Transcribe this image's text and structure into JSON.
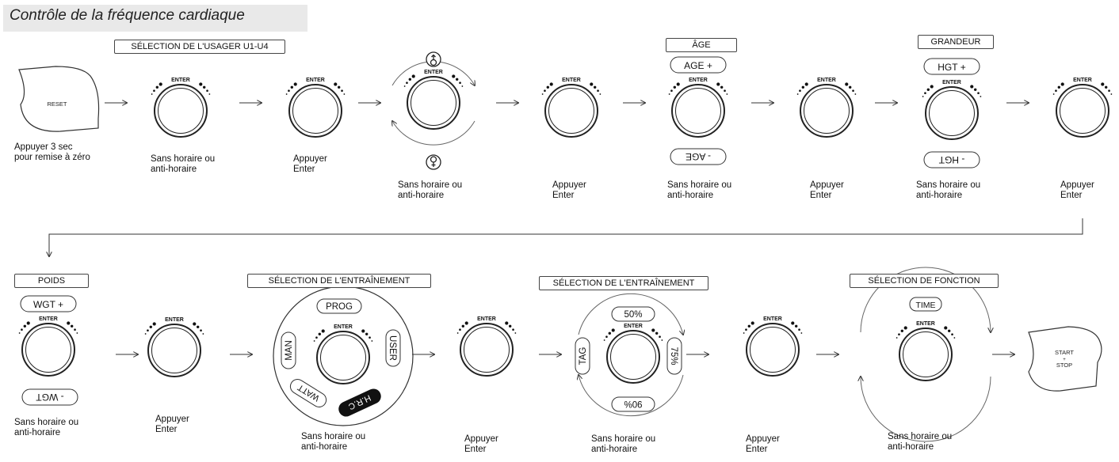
{
  "title": "Contrôle de la fréquence cardiaque",
  "headers": {
    "user_select": "SÉLECTION DE L'USAGER U1-U4",
    "age": "ÂGE",
    "height": "GRANDEUR",
    "weight": "POIDS",
    "training_select_1": "SÉLECTION DE L'ENTRAÎNEMENT",
    "training_select_2": "SÉLECTION DE L'ENTRAÎNEMENT",
    "function_select": "SÉLECTION DE FONCTION"
  },
  "knob_label": "ENTER",
  "buttons": {
    "reset": "RESET",
    "start": "START",
    "stop": "STOP"
  },
  "pills": {
    "age_plus": "AGE  +",
    "age_minus": "-  AGE",
    "hgt_plus": "HGT  +",
    "hgt_minus": "-  HGT",
    "wgt_plus": "WGT  +",
    "wgt_minus": "-  WGT",
    "prog": "PROG",
    "user": "USER",
    "hrc": "H.R.C",
    "watt": "WATT",
    "man": "MAN",
    "p50": "50%",
    "p75": "75%",
    "p90": "90%",
    "tag": "TAG",
    "time": "TIME"
  },
  "captions": {
    "reset": [
      "Appuyer 3 sec",
      "pour remise à zéro"
    ],
    "rotate": [
      "Sans horaire ou",
      "anti-horaire"
    ],
    "press": [
      "Appuyer",
      "Enter"
    ]
  }
}
